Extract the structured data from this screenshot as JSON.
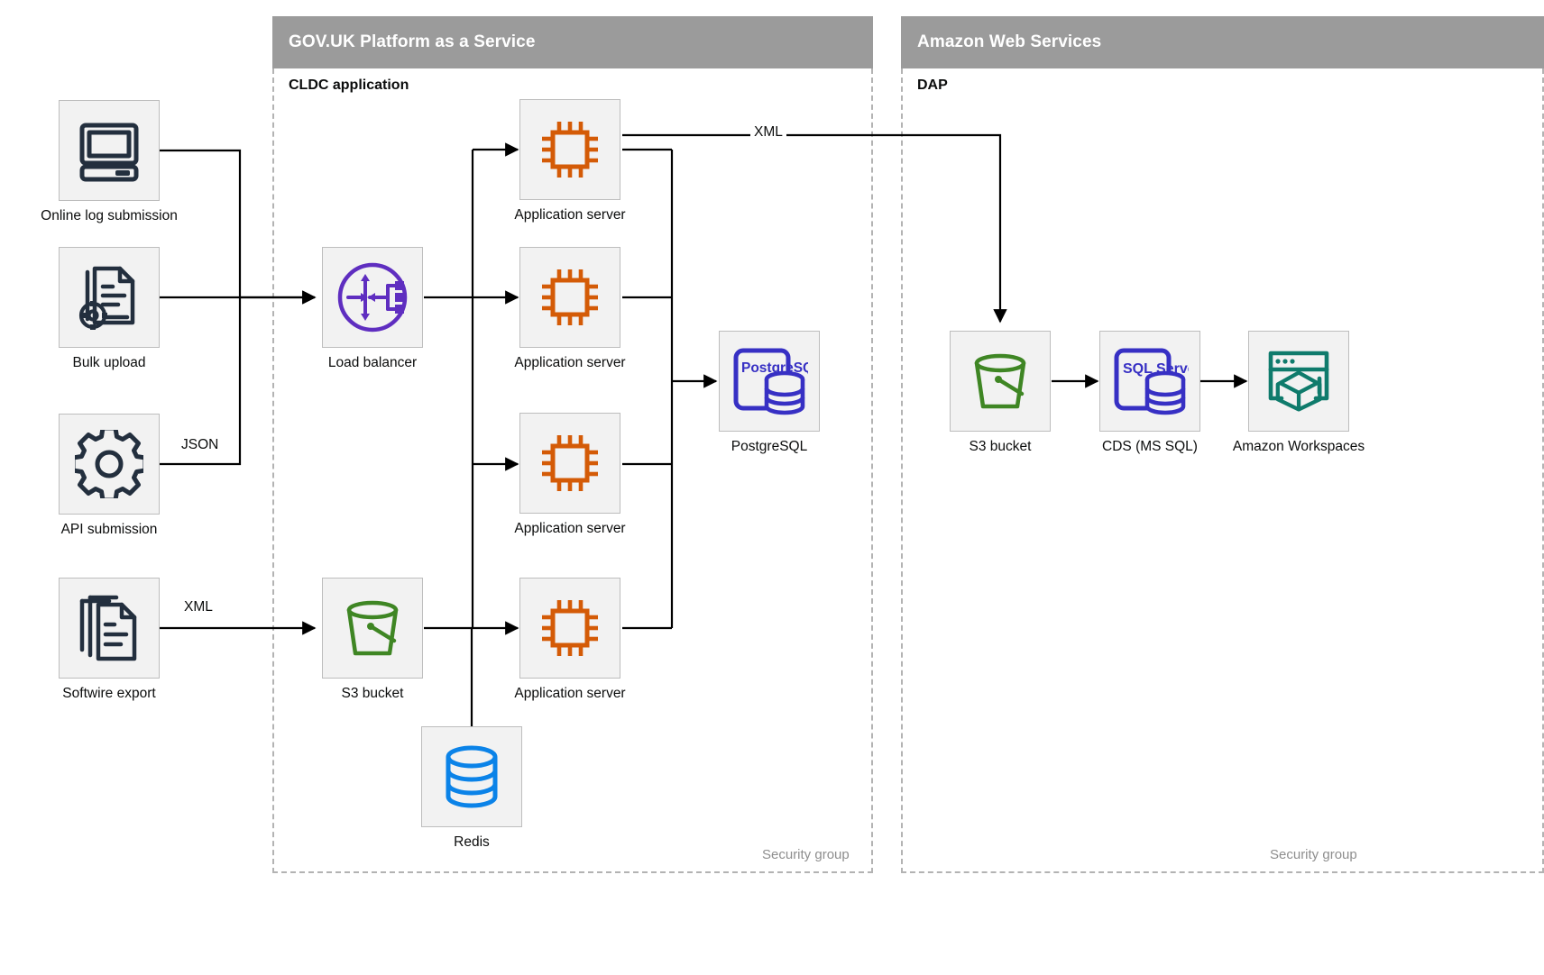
{
  "groups": [
    {
      "title": "GOV.UK Platform as a Service",
      "sublabel": "CLDC application",
      "security_label": "Security group"
    },
    {
      "title": "Amazon Web Services",
      "sublabel": "DAP",
      "security_label": "Security group"
    }
  ],
  "nodes": {
    "online_log_submission": {
      "label": "Online log submission",
      "icon": "desktop-computer-icon"
    },
    "bulk_upload": {
      "label": "Bulk upload",
      "icon": "documents-gear-icon"
    },
    "api_submission": {
      "label": "API submission",
      "icon": "gear-icon"
    },
    "softwire_export": {
      "label": "Softwire export",
      "icon": "stacked-documents-icon"
    },
    "load_balancer": {
      "label": "Load balancer",
      "icon": "load-balancer-icon"
    },
    "app_server_1": {
      "label": "Application server",
      "icon": "cpu-chip-icon"
    },
    "app_server_2": {
      "label": "Application server",
      "icon": "cpu-chip-icon"
    },
    "app_server_3": {
      "label": "Application server",
      "icon": "cpu-chip-icon"
    },
    "app_server_4": {
      "label": "Application server",
      "icon": "cpu-chip-icon"
    },
    "paas_s3_bucket": {
      "label": "S3 bucket",
      "icon": "s3-bucket-icon"
    },
    "redis": {
      "label": "Redis",
      "icon": "redis-database-icon"
    },
    "postgresql": {
      "label": "PostgreSQL",
      "icon": "postgresql-icon",
      "badge": "PostgreSQL"
    },
    "aws_s3_bucket": {
      "label": "S3 bucket",
      "icon": "s3-bucket-icon"
    },
    "cds_ms_sql": {
      "label": "CDS (MS SQL)",
      "icon": "sql-server-icon",
      "badge": "SQL Server"
    },
    "amazon_workspaces": {
      "label": "Amazon Workspaces",
      "icon": "amazon-workspaces-icon"
    }
  },
  "edge_labels": {
    "api_json": "JSON",
    "softwire_xml": "XML",
    "appserver_to_s3_xml": "XML"
  },
  "colors": {
    "header_gray": "#9b9b9b",
    "tile_fill": "#f2f2f2",
    "tile_border": "#bdbdbd",
    "dashed_border": "#b3b3b3",
    "source_icon": "#232f3e",
    "load_balancer_purple": "#5f2ec0",
    "cpu_orange": "#d45b07",
    "database_blue": "#3730c4",
    "bucket_green": "#3f8624",
    "redis_blue": "#0b83e8",
    "workspaces_teal": "#0f7b6c",
    "connector": "#000000",
    "text": "#0b0c0c",
    "muted_text": "#8e8e8e"
  }
}
